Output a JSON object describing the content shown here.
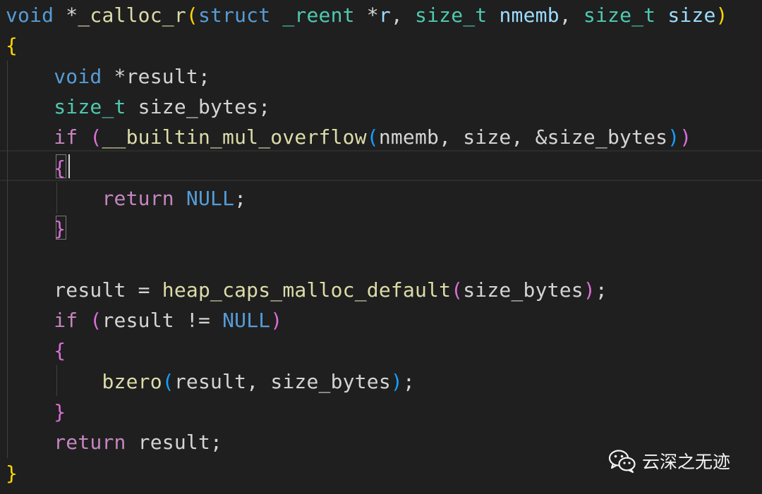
{
  "code": {
    "lines": [
      [
        {
          "t": "void",
          "c": "kw"
        },
        {
          "t": " *",
          "c": "plain"
        },
        {
          "t": "_calloc_r",
          "c": "fn"
        },
        {
          "t": "(",
          "c": "p1"
        },
        {
          "t": "struct",
          "c": "kw"
        },
        {
          "t": " ",
          "c": "plain"
        },
        {
          "t": "_reent",
          "c": "type"
        },
        {
          "t": " *",
          "c": "plain"
        },
        {
          "t": "r",
          "c": "var"
        },
        {
          "t": ", ",
          "c": "plain"
        },
        {
          "t": "size_t",
          "c": "type"
        },
        {
          "t": " ",
          "c": "plain"
        },
        {
          "t": "nmemb",
          "c": "var"
        },
        {
          "t": ", ",
          "c": "plain"
        },
        {
          "t": "size_t",
          "c": "type"
        },
        {
          "t": " ",
          "c": "plain"
        },
        {
          "t": "size",
          "c": "var"
        },
        {
          "t": ")",
          "c": "p1"
        }
      ],
      [
        {
          "t": "{",
          "c": "p1"
        }
      ],
      [
        {
          "t": "    ",
          "c": "plain"
        },
        {
          "t": "void",
          "c": "kw"
        },
        {
          "t": " *",
          "c": "plain"
        },
        {
          "t": "result",
          "c": "plain"
        },
        {
          "t": ";",
          "c": "plain"
        }
      ],
      [
        {
          "t": "    ",
          "c": "plain"
        },
        {
          "t": "size_t",
          "c": "type"
        },
        {
          "t": " ",
          "c": "plain"
        },
        {
          "t": "size_bytes",
          "c": "plain"
        },
        {
          "t": ";",
          "c": "plain"
        }
      ],
      [
        {
          "t": "    ",
          "c": "plain"
        },
        {
          "t": "if",
          "c": "ctrl"
        },
        {
          "t": " ",
          "c": "plain"
        },
        {
          "t": "(",
          "c": "p2"
        },
        {
          "t": "__builtin_mul_overflow",
          "c": "fn"
        },
        {
          "t": "(",
          "c": "p3"
        },
        {
          "t": "nmemb",
          "c": "plain"
        },
        {
          "t": ", ",
          "c": "plain"
        },
        {
          "t": "size",
          "c": "plain"
        },
        {
          "t": ", &",
          "c": "plain"
        },
        {
          "t": "size_bytes",
          "c": "plain"
        },
        {
          "t": ")",
          "c": "p3"
        },
        {
          "t": ")",
          "c": "p2"
        }
      ],
      [
        {
          "t": "    ",
          "c": "plain"
        },
        {
          "t": "{",
          "c": "p2"
        }
      ],
      [
        {
          "t": "        ",
          "c": "plain"
        },
        {
          "t": "return",
          "c": "ctrl"
        },
        {
          "t": " ",
          "c": "plain"
        },
        {
          "t": "NULL",
          "c": "kw"
        },
        {
          "t": ";",
          "c": "plain"
        }
      ],
      [
        {
          "t": "    ",
          "c": "plain"
        },
        {
          "t": "}",
          "c": "p2"
        }
      ],
      [],
      [
        {
          "t": "    ",
          "c": "plain"
        },
        {
          "t": "result",
          "c": "plain"
        },
        {
          "t": " = ",
          "c": "plain"
        },
        {
          "t": "heap_caps_malloc_default",
          "c": "fn"
        },
        {
          "t": "(",
          "c": "p2"
        },
        {
          "t": "size_bytes",
          "c": "plain"
        },
        {
          "t": ")",
          "c": "p2"
        },
        {
          "t": ";",
          "c": "plain"
        }
      ],
      [
        {
          "t": "    ",
          "c": "plain"
        },
        {
          "t": "if",
          "c": "ctrl"
        },
        {
          "t": " ",
          "c": "plain"
        },
        {
          "t": "(",
          "c": "p2"
        },
        {
          "t": "result",
          "c": "plain"
        },
        {
          "t": " != ",
          "c": "plain"
        },
        {
          "t": "NULL",
          "c": "kw"
        },
        {
          "t": ")",
          "c": "p2"
        }
      ],
      [
        {
          "t": "    ",
          "c": "plain"
        },
        {
          "t": "{",
          "c": "p2"
        }
      ],
      [
        {
          "t": "        ",
          "c": "plain"
        },
        {
          "t": "bzero",
          "c": "fn"
        },
        {
          "t": "(",
          "c": "p3"
        },
        {
          "t": "result",
          "c": "plain"
        },
        {
          "t": ", ",
          "c": "plain"
        },
        {
          "t": "size_bytes",
          "c": "plain"
        },
        {
          "t": ")",
          "c": "p3"
        },
        {
          "t": ";",
          "c": "plain"
        }
      ],
      [
        {
          "t": "    ",
          "c": "plain"
        },
        {
          "t": "}",
          "c": "p2"
        }
      ],
      [
        {
          "t": "    ",
          "c": "plain"
        },
        {
          "t": "return",
          "c": "ctrl"
        },
        {
          "t": " ",
          "c": "plain"
        },
        {
          "t": "result",
          "c": "plain"
        },
        {
          "t": ";",
          "c": "plain"
        }
      ],
      [
        {
          "t": "}",
          "c": "p1"
        }
      ]
    ]
  },
  "watermark": {
    "text": "云深之无迹",
    "icon": "wechat-icon"
  },
  "colors": {
    "background": "#1f1f1f",
    "keyword": "#569cd6",
    "type": "#4ec9b0",
    "function": "#dcdcaa",
    "parameter": "#9cdcfe",
    "plain": "#d4d4d4",
    "control": "#c586c0",
    "bracket_level_1": "#ffd700",
    "bracket_level_2": "#da70d6",
    "bracket_level_3": "#179fff"
  }
}
